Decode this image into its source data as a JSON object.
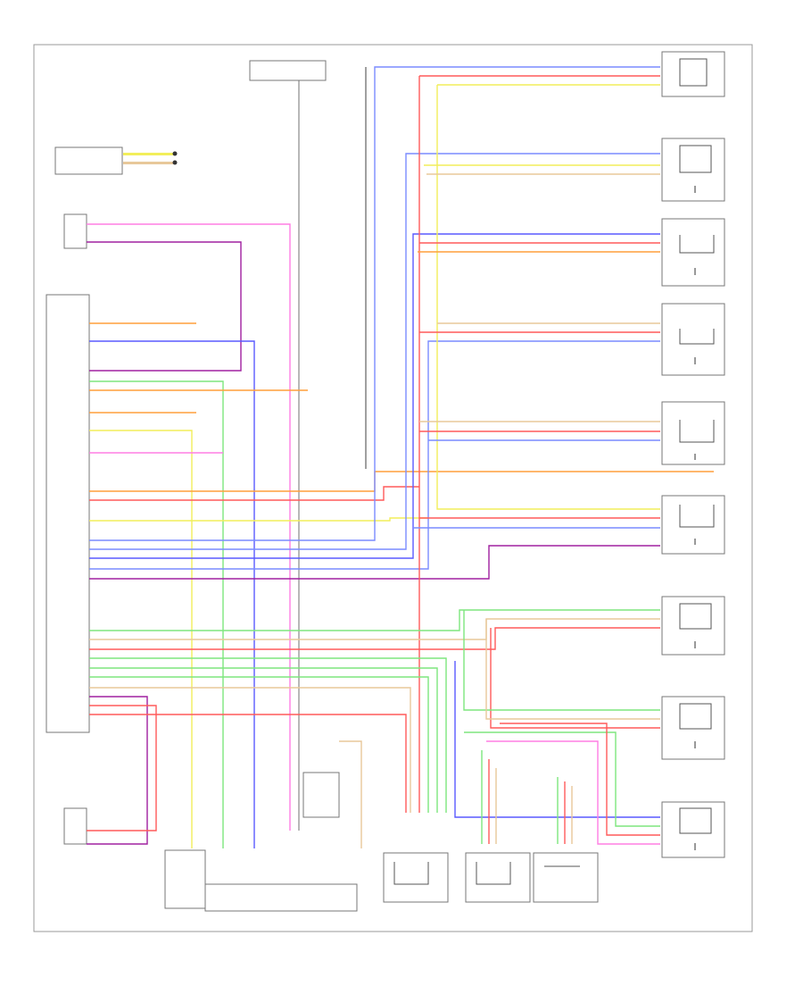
{
  "diagram": {
    "footer_code": "",
    "module_label": "",
    "colors": {
      "pink": "#ff7ee3",
      "purple": "#a020a0",
      "orange": "#ff9f3c",
      "red": "#ff5a5a",
      "yellow": "#f2ee5a",
      "blue": "#5a5aff",
      "lightblue": "#7a8cff",
      "green": "#7ee67e",
      "tan": "#e8c89a",
      "gray": "#bbbbbb"
    },
    "sensors_right": [
      {
        "id": "s1",
        "label": ""
      },
      {
        "id": "s2",
        "label": ""
      },
      {
        "id": "s3",
        "label": ""
      },
      {
        "id": "s4",
        "label": ""
      },
      {
        "id": "s5",
        "label": ""
      },
      {
        "id": "s6",
        "label": ""
      },
      {
        "id": "s7",
        "label": ""
      },
      {
        "id": "s8",
        "label": ""
      },
      {
        "id": "s9",
        "label": ""
      }
    ],
    "sensors_bottom": [
      {
        "id": "b1",
        "label": ""
      },
      {
        "id": "b2",
        "label": ""
      },
      {
        "id": "b3",
        "label": ""
      }
    ]
  }
}
